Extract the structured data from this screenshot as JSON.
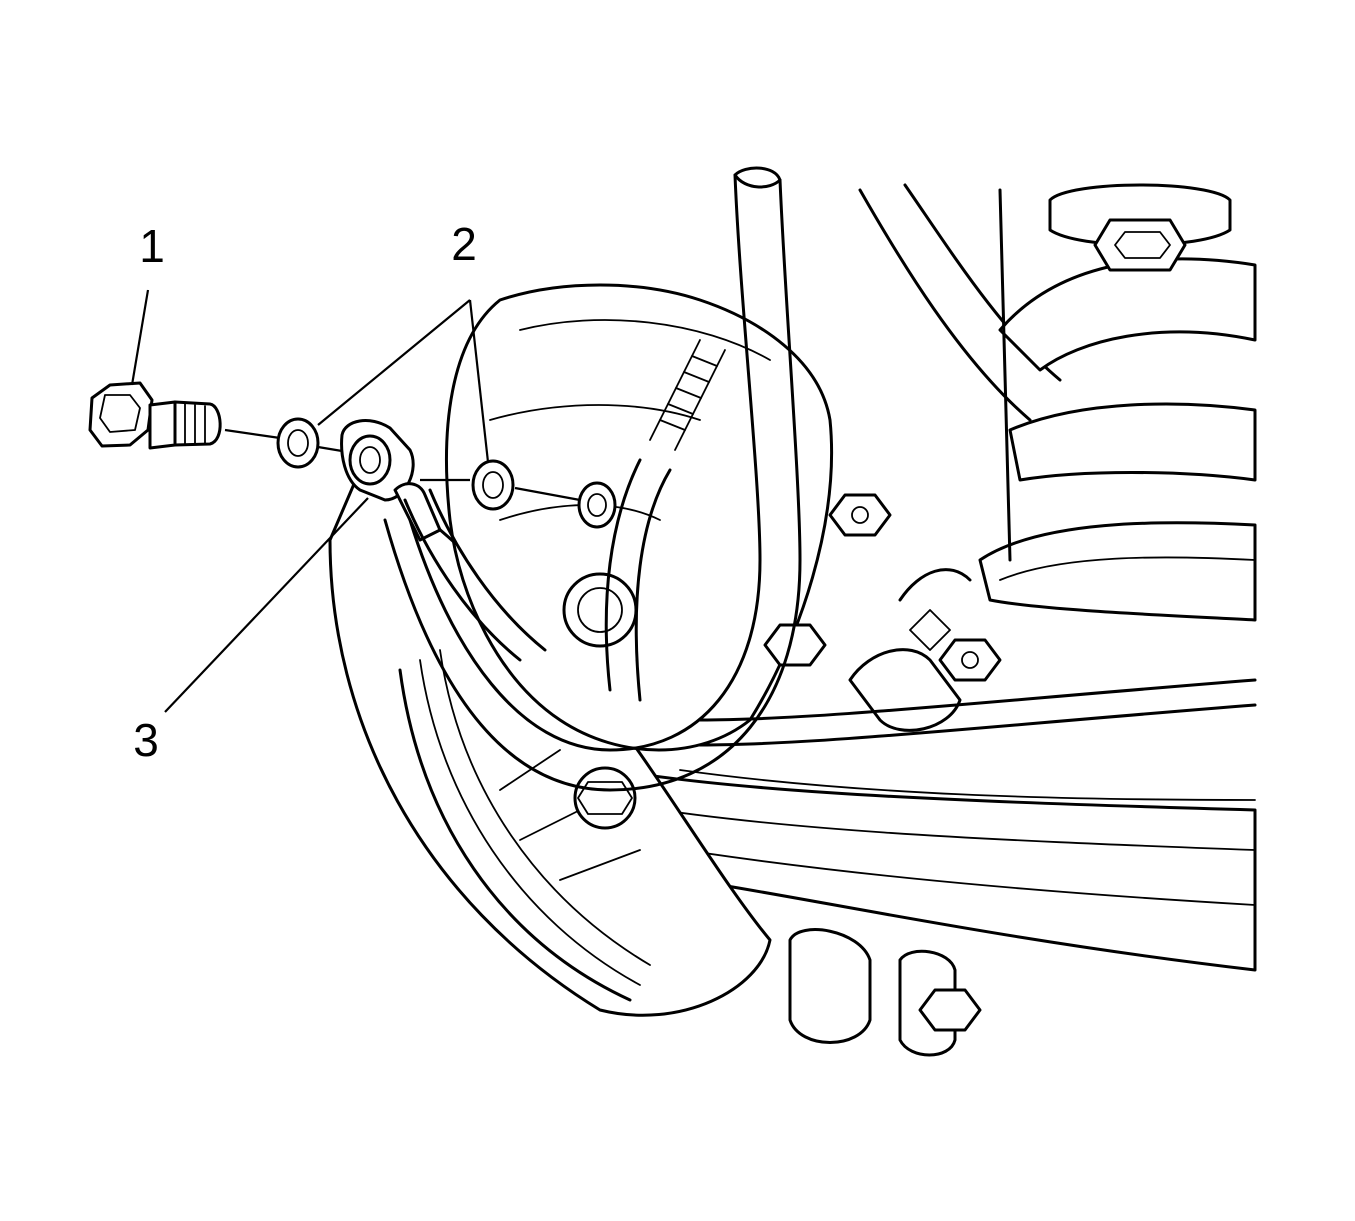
{
  "colors": {
    "line": "#000000",
    "background": "#ffffff"
  },
  "callouts": [
    {
      "id": "1",
      "label": "1"
    },
    {
      "id": "2",
      "label": "2"
    },
    {
      "id": "3",
      "label": "3"
    }
  ]
}
